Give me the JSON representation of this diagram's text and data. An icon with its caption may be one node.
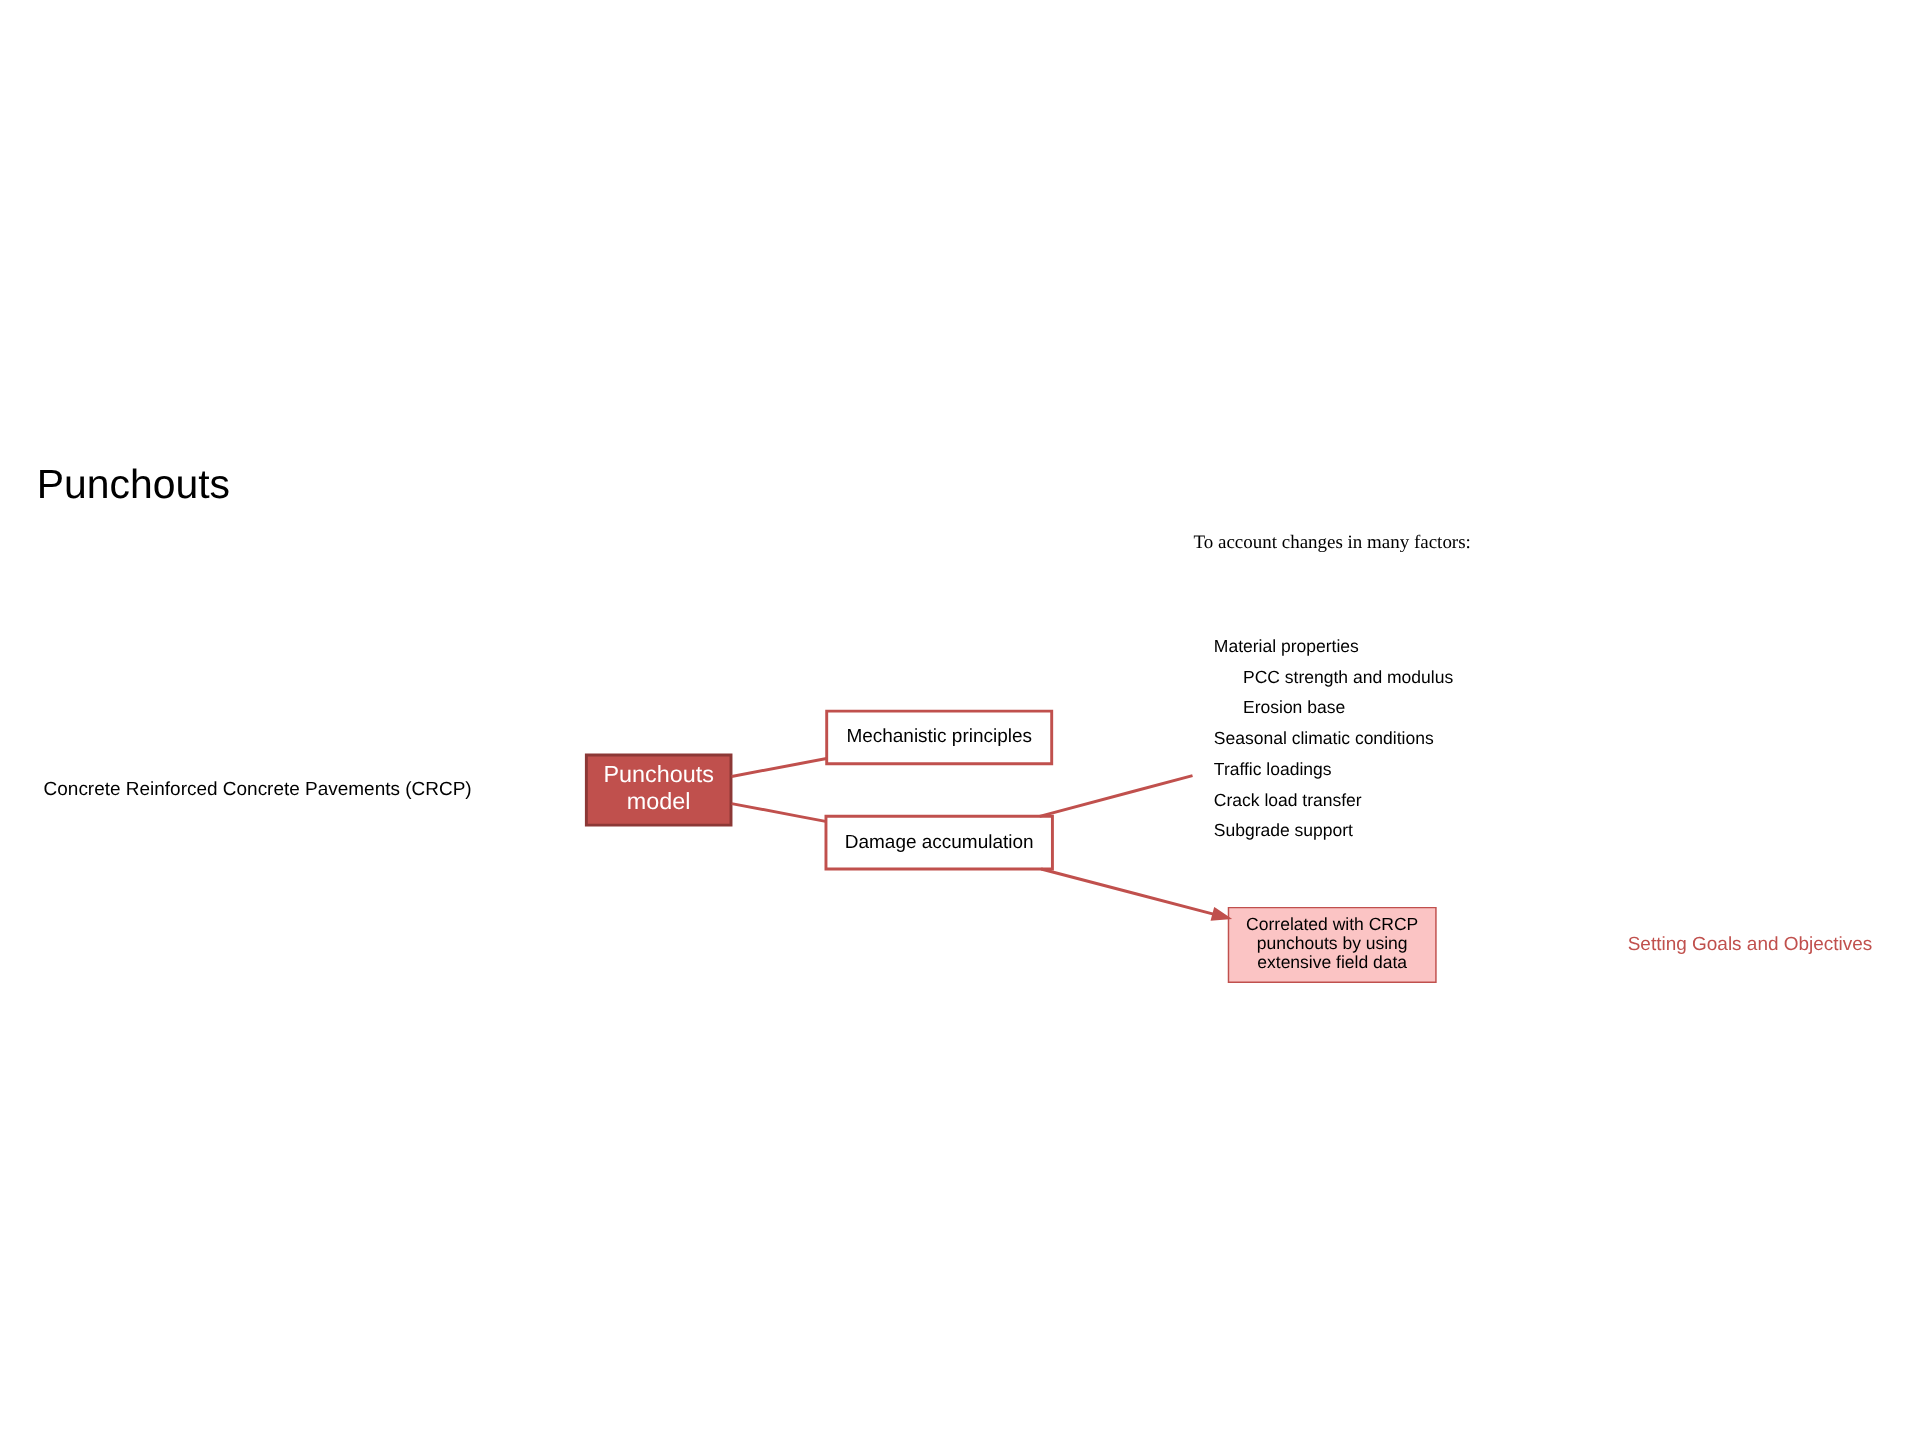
{
  "diagram": {
    "title": "Punchouts",
    "nodes": [
      {
        "text": [
          "Punchouts model"
        ]
      },
      {
        "text": [
          "Mechanistic principles"
        ]
      },
      {
        "text": [
          "Damage accumulation"
        ]
      },
      {
        "text": [
          "Correlated with CRCP punchouts by using extensive field data"
        ]
      },
      {
        "text": [
          "Material properties",
          "PCC strength and modulus",
          "Erosion base",
          "Seasonal climatic conditions",
          "Traffic loadings",
          "Crack load transfer",
          "Subgrade support"
        ]
      }
    ],
    "edges": [
      {
        "from": 0,
        "to": 1,
        "arrow": "none"
      },
      {
        "from": 0,
        "to": 2,
        "arrow": "none"
      },
      {
        "from": 2,
        "to": 3,
        "arrow": "to"
      },
      {
        "from": 2,
        "to": 4,
        "arrow": "none"
      }
    ],
    "labels": [
      "Concrete Reinforced Concrete Pavements (CRCP)",
      "To account changes in many factors:",
      "Setting Goals and Objectives"
    ]
  }
}
